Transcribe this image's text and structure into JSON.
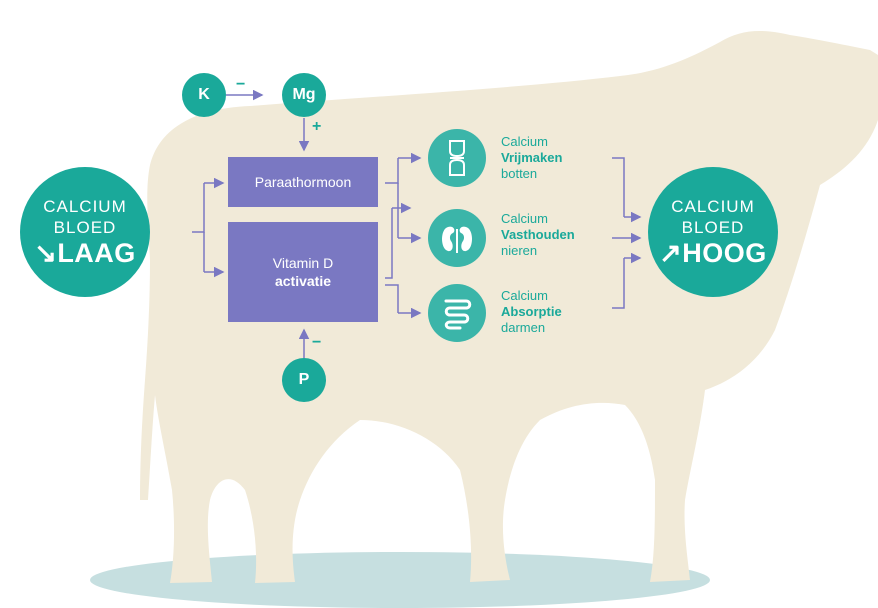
{
  "low_state": {
    "line1": "CALCIUM",
    "line2": "BLOED",
    "arrow": "↘",
    "level": "LAAG"
  },
  "high_state": {
    "line1": "CALCIUM",
    "line2": "BLOED",
    "arrow": "↗",
    "level": "HOOG"
  },
  "minerals": {
    "k": "K",
    "mg": "Mg",
    "p": "P"
  },
  "signs": {
    "k_to_mg": "−",
    "mg_to_pth": "+",
    "p_to_vitd": "−"
  },
  "hormones": {
    "pth": "Paraathormoon",
    "vitd_line1": "Vitamin D",
    "vitd_line2": "activatie"
  },
  "effects": [
    {
      "line1": "Calcium",
      "action": "Vrijmaken",
      "organ": "botten",
      "icon": "bone-joint-icon"
    },
    {
      "line1": "Calcium",
      "action": "Vasthouden",
      "organ": "nieren",
      "icon": "kidney-icon"
    },
    {
      "line1": "Calcium",
      "action": "Absorptie",
      "organ": "darmen",
      "icon": "intestine-icon"
    }
  ],
  "colors": {
    "teal": "#1aa99a",
    "teal_light": "#3bb5a9",
    "purple": "#7a78c2",
    "arrow": "#7a78c2",
    "cow": "#f1ead8",
    "shadow": "#c6dfe0"
  }
}
